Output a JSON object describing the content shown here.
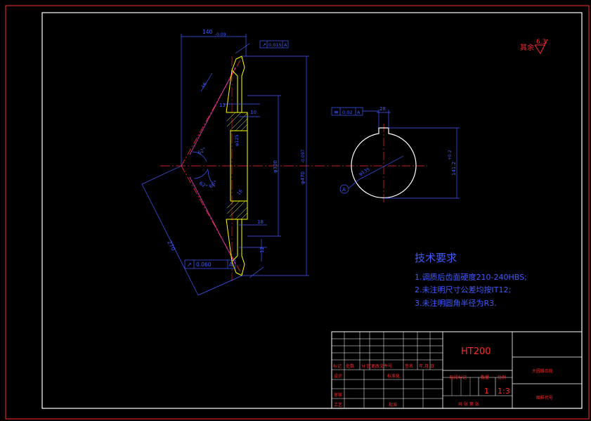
{
  "surface_finish": {
    "label": "其余",
    "value": "6.3"
  },
  "dims": {
    "top_width": "140",
    "top_width_tol": "-0.09",
    "runout_top": "0.015",
    "runout_bottom": "0.060",
    "datum": "A",
    "dim_13": "13",
    "dim_10": "10",
    "dim_18": "18",
    "dim_12": "12",
    "dim_270": "270",
    "angle_62_top": "62°",
    "angle_62_bottom": "62°",
    "angle_60": "60°",
    "dia_300": "φ300",
    "dia_470": "φ470",
    "dia_470_tol": "-0.097",
    "dim_46": "46",
    "dim_16": "16",
    "bore_ref": "φ125",
    "keyway_width": "28",
    "keyway_sym_tol": "0.02",
    "keyway_depth": "141.2",
    "keyway_depth_tol": "+0.2",
    "bore_dia": "φ135",
    "datum_circle": "A"
  },
  "tech_req": {
    "title": "技术要求",
    "items": [
      "1.调质后齿面硬度210-240HBS;",
      "2.未注明尺寸公差均按IT12;",
      "3.未注明圆角半径为R3."
    ]
  },
  "title_block": {
    "material": "HT200",
    "part_name": "大圆锥齿轮",
    "drawing_code": "图样代号",
    "header_row": [
      "标记",
      "处数",
      "分 区",
      "更改文件号",
      "签名",
      "年.月.日"
    ],
    "design": "设计",
    "standardize": "标准化",
    "review": "审核",
    "process": "工艺",
    "approve": "批准",
    "stage_mark": "阶段标记",
    "weight": "数量",
    "scale_label": "比例",
    "qty": "1",
    "scale": "1:3",
    "sheet_info": "共 张 第 张"
  }
}
